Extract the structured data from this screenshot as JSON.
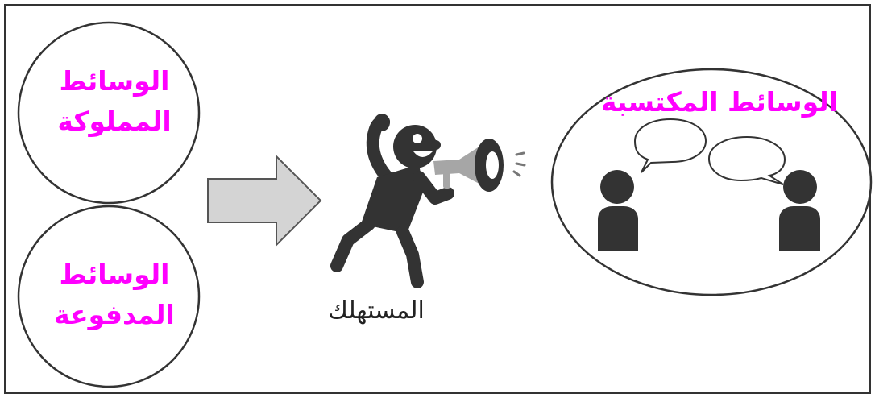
{
  "owned_media": {
    "line1": "الوسائط",
    "line2": "المملوكة"
  },
  "paid_media": {
    "line1": "الوسائط",
    "line2": "المدفوعة"
  },
  "earned_media": {
    "label": "الوسائط المكتسبة"
  },
  "consumer": {
    "label": "المستهلك"
  },
  "colors": {
    "label_pink": "#ff00ff",
    "figure_dark": "#333333",
    "arrow_fill": "#d4d4d4",
    "megaphone_gray": "#a6a6a6",
    "outline": "#333333"
  },
  "icons": {
    "consumer_figure": "shouting-person-with-megaphone-icon",
    "flow_arrow": "right-arrow-icon",
    "conversation": "two-people-talking-icon"
  }
}
